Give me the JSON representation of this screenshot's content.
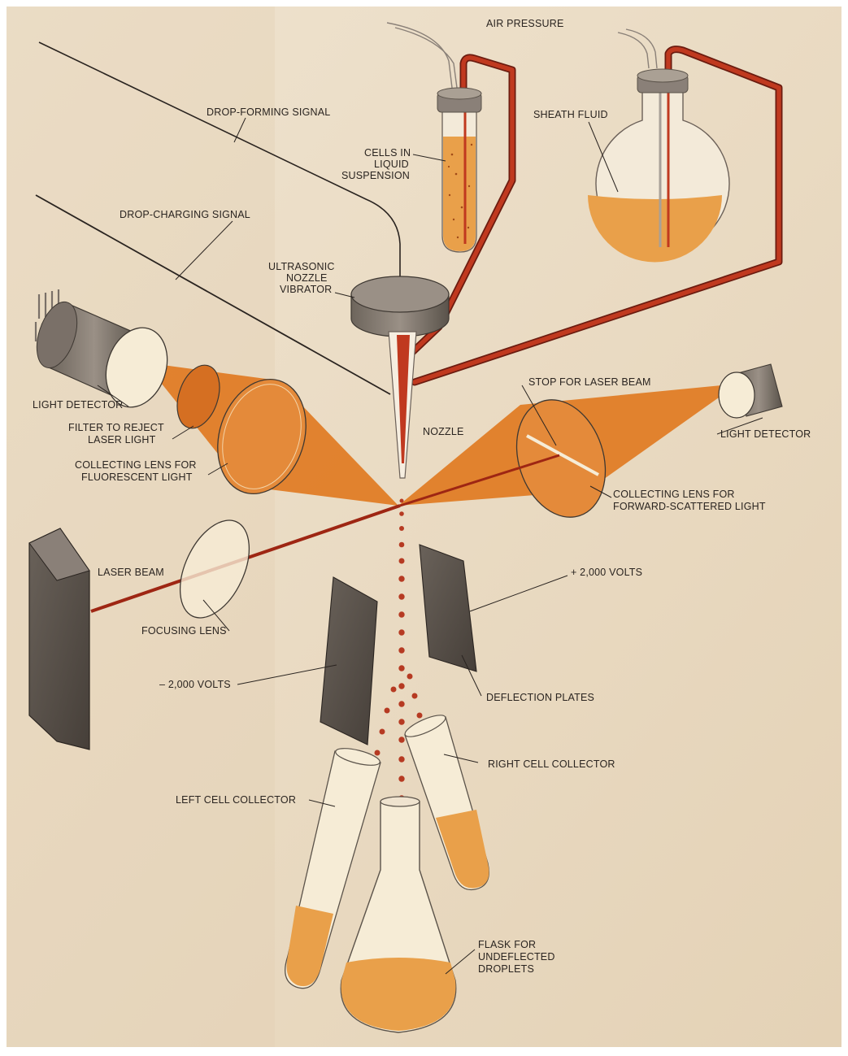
{
  "colors": {
    "paper": "#eadcc6",
    "paper_dark": "#dcc6a6",
    "orange": "#e0781e",
    "orange_light": "#eea255",
    "fluid": "#e9a04a",
    "tube_red": "#b8321c",
    "metal": "#8e8478",
    "metal_dark": "#5f574e",
    "ink": "#2a2420"
  },
  "labels": {
    "air_pressure": "AIR PRESSURE",
    "drop_forming_signal": "DROP-FORMING SIGNAL",
    "cells_in_liquid_1": "CELLS IN",
    "cells_in_liquid_2": "LIQUID",
    "cells_in_liquid_3": "SUSPENSION",
    "sheath_fluid": "SHEATH FLUID",
    "drop_charging_signal": "DROP-CHARGING SIGNAL",
    "ultrasonic_1": "ULTRASONIC",
    "ultrasonic_2": "NOZZLE",
    "ultrasonic_3": "VIBRATOR",
    "light_detector_left": "LIGHT DETECTOR",
    "stop_for_laser_beam": "STOP FOR LASER BEAM",
    "light_detector_right": "LIGHT DETECTOR",
    "filter_1": "FILTER TO REJECT",
    "filter_2": "LASER LIGHT",
    "nozzle": "NOZZLE",
    "collecting_fluor_1": "COLLECTING LENS FOR",
    "collecting_fluor_2": "FLUORESCENT LIGHT",
    "collecting_fwd_1": "COLLECTING LENS FOR",
    "collecting_fwd_2": "FORWARD-SCATTERED LIGHT",
    "laser_beam": "LASER BEAM",
    "plus_volts": "+ 2,000 VOLTS",
    "focusing_lens": "FOCUSING LENS",
    "minus_volts": "– 2,000 VOLTS",
    "deflection_plates": "DEFLECTION PLATES",
    "right_cell_collector": "RIGHT CELL COLLECTOR",
    "left_cell_collector": "LEFT CELL COLLECTOR",
    "flask_1": "FLASK FOR",
    "flask_2": "UNDEFLECTED",
    "flask_3": "DROPLETS"
  }
}
